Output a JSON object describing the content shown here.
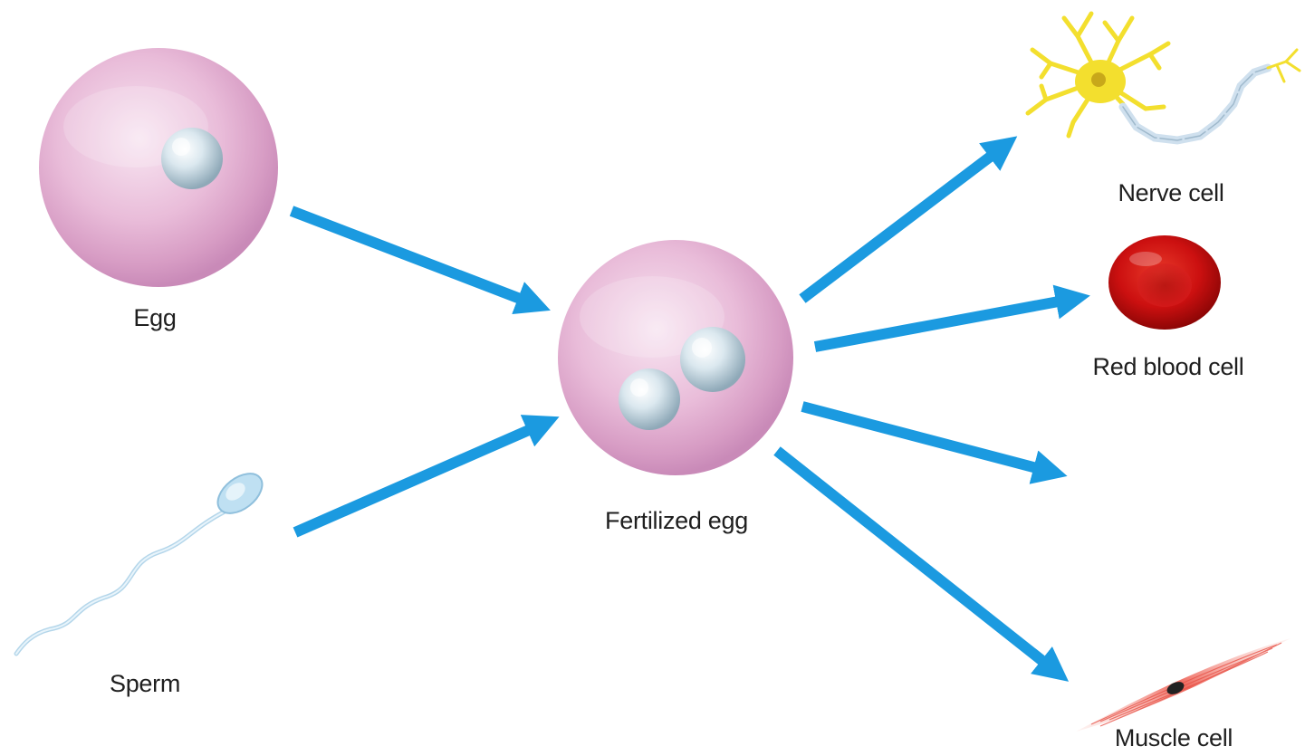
{
  "labels": {
    "egg": "Egg",
    "sperm": "Sperm",
    "fertilized_egg": "Fertilized egg",
    "nerve_cell": "Nerve cell",
    "red_blood_cell": "Red blood cell",
    "muscle_cell": "Muscle cell"
  },
  "colors": {
    "arrow": "#1b9ae0",
    "cell_membrane": "#e6b6d6",
    "nucleus": "#cfe0ea",
    "nerve_cell": "#f3df2e",
    "red_blood_cell": "#d41616",
    "muscle_cell": "#f07a70",
    "sperm": "#bfe0f2"
  }
}
